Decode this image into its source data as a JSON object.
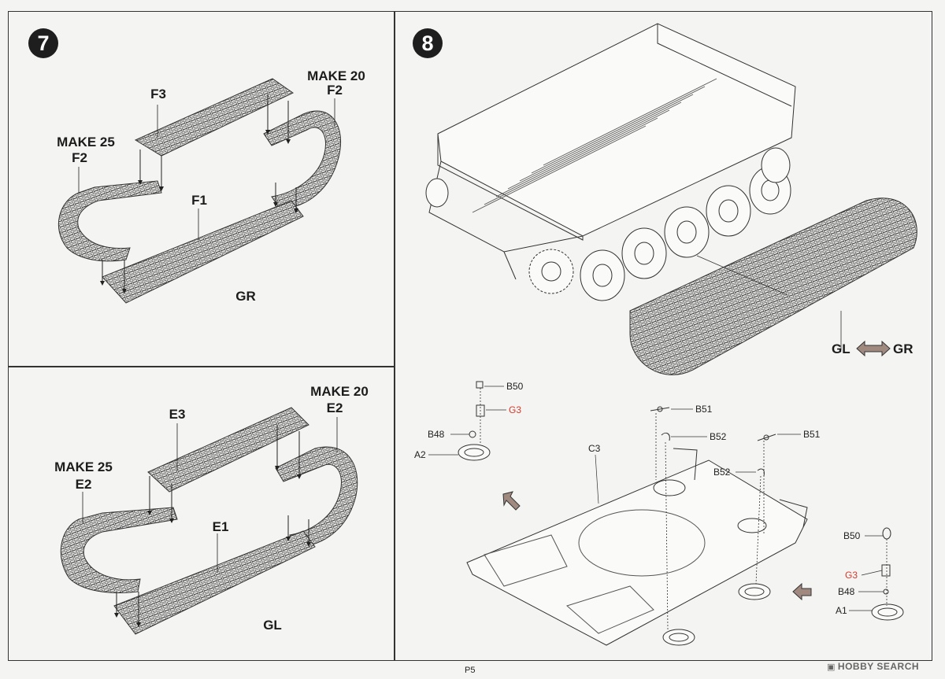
{
  "steps": [
    {
      "number": "7"
    },
    {
      "number": "8"
    }
  ],
  "step7": {
    "upper": {
      "f3": "F3",
      "make20": "MAKE 20",
      "f2_right": "F2",
      "make25": "MAKE 25",
      "f2_left": "F2",
      "f1": "F1",
      "side": "GR"
    },
    "lower": {
      "e3": "E3",
      "make20": "MAKE 20",
      "e2_right": "E2",
      "make25": "MAKE 25",
      "e2_left": "E2",
      "e1": "E1",
      "side": "GL"
    }
  },
  "step8": {
    "track_side_left": "GL",
    "track_side_right": "GR",
    "parts": {
      "b50_top": "B50",
      "g3_top": "G3",
      "b48_top": "B48",
      "a2": "A2",
      "c3": "C3",
      "b51_mid": "B51",
      "b52_mid": "B52",
      "b51_right": "B51",
      "b52_right": "B52",
      "b50_right": "B50",
      "g3_right": "G3",
      "b48_right": "B48",
      "a1": "A1"
    }
  },
  "footer": {
    "page": "P5"
  },
  "watermark": {
    "text": "HOBBY SEARCH"
  },
  "colors": {
    "background": "#f4f4f2",
    "ink": "#1c1c1c",
    "part_highlight": "#d33a2c",
    "arrow_fill": "#a08a80"
  },
  "icons": {
    "step_badge": "filled-circle-number",
    "direction_arrow": "double-headed-arrow-icon",
    "assembly_arrow": "diagonal-arrow-icon"
  }
}
